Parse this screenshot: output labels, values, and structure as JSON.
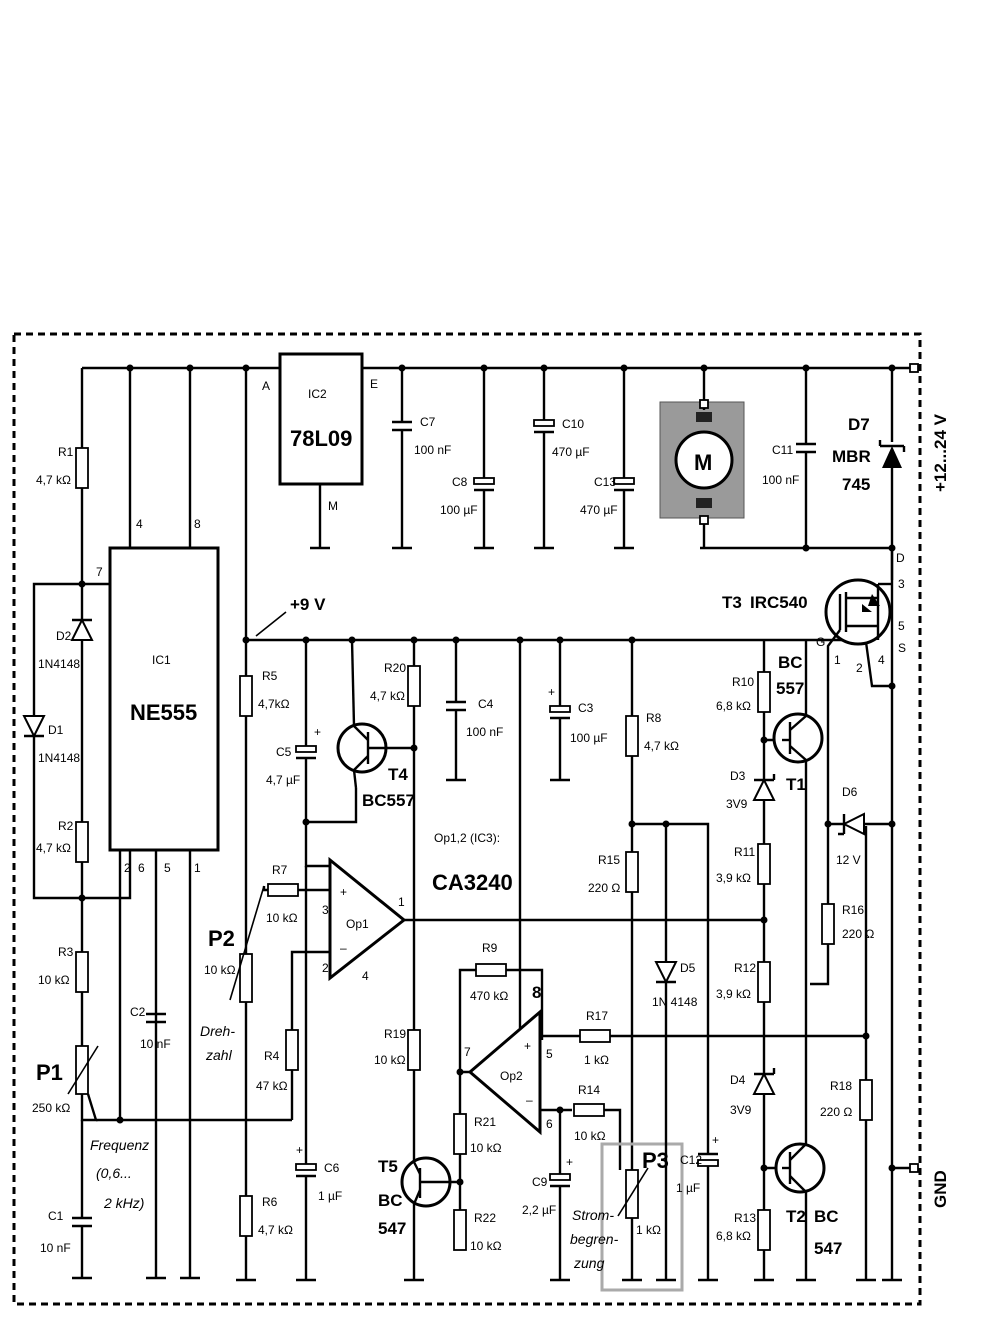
{
  "ic1": {
    "name": "IC1",
    "type": "NE555",
    "pins": {
      "p4": "4",
      "p8": "8",
      "p7": "7",
      "p2": "2",
      "p6": "6",
      "p5": "5",
      "p1": "1"
    }
  },
  "ic2": {
    "name": "IC2",
    "type": "78L09",
    "pin_a": "A",
    "pin_e": "E",
    "pin_m": "M"
  },
  "opamps": {
    "label": "Op1,2 (IC3):",
    "type": "CA3240",
    "op1": "Op1",
    "op2": "Op2",
    "op1_pins": {
      "plus": "3",
      "minus": "2",
      "out": "1",
      "gnd": "4"
    },
    "op2_pins": {
      "plus": "5",
      "minus": "6",
      "out": "7",
      "vcc": "8"
    },
    "plus_sign": "+",
    "minus_sign": "–"
  },
  "supply": {
    "vin": "+12...24 V",
    "v9": "+9 V",
    "gnd": "GND"
  },
  "motor": {
    "symbol": "M"
  },
  "resistors": {
    "r1": {
      "name": "R1",
      "value": "4,7 kΩ"
    },
    "r2": {
      "name": "R2",
      "value": "4,7 kΩ"
    },
    "r3": {
      "name": "R3",
      "value": "10 kΩ"
    },
    "r4": {
      "name": "R4",
      "value": "47 kΩ"
    },
    "r5": {
      "name": "R5",
      "value": "4,7kΩ"
    },
    "r6": {
      "name": "R6",
      "value": "4,7 kΩ"
    },
    "r7": {
      "name": "R7",
      "value": "10 kΩ"
    },
    "r8": {
      "name": "R8",
      "value": "4,7 kΩ"
    },
    "r9": {
      "name": "R9",
      "value": "470 kΩ"
    },
    "r10": {
      "name": "R10",
      "value": "6,8 kΩ"
    },
    "r11": {
      "name": "R11",
      "value": "3,9 kΩ"
    },
    "r12": {
      "name": "R12",
      "value": "3,9 kΩ"
    },
    "r13": {
      "name": "R13",
      "value": "6,8 kΩ"
    },
    "r14": {
      "name": "R14",
      "value": "10 kΩ"
    },
    "r15": {
      "name": "R15",
      "value": "220 Ω"
    },
    "r16": {
      "name": "R16",
      "value": "220 Ω"
    },
    "r17": {
      "name": "R17",
      "value": "1 kΩ"
    },
    "r18": {
      "name": "R18",
      "value": "220 Ω"
    },
    "r19": {
      "name": "R19",
      "value": "10 kΩ"
    },
    "r20": {
      "name": "R20",
      "value": "4,7 kΩ"
    },
    "r21": {
      "name": "R21",
      "value": "10 kΩ"
    },
    "r22": {
      "name": "R22",
      "value": "10 kΩ"
    }
  },
  "capacitors": {
    "c1": {
      "name": "C1",
      "value": "10 nF"
    },
    "c2": {
      "name": "C2",
      "value": "10 nF"
    },
    "c3": {
      "name": "C3",
      "value": "100 µF"
    },
    "c4": {
      "name": "C4",
      "value": "100 nF"
    },
    "c5": {
      "name": "C5",
      "value": "4,7 µF"
    },
    "c6": {
      "name": "C6",
      "value": "1 µF"
    },
    "c7": {
      "name": "C7",
      "value": "100 nF"
    },
    "c8": {
      "name": "C8",
      "value": "100 µF"
    },
    "c9": {
      "name": "C9",
      "value": "2,2 µF"
    },
    "c10": {
      "name": "C10",
      "value": "470 µF"
    },
    "c11": {
      "name": "C11",
      "value": "100 nF"
    },
    "c12": {
      "name": "C12",
      "value": "1 µF"
    },
    "c13": {
      "name": "C13",
      "value": "470 µF"
    }
  },
  "diodes": {
    "d1": {
      "name": "D1",
      "value": "1N4148"
    },
    "d2": {
      "name": "D2",
      "value": "1N4148"
    },
    "d3": {
      "name": "D3",
      "value": "3V9"
    },
    "d4": {
      "name": "D4",
      "value": "3V9"
    },
    "d5": {
      "name": "D5",
      "value": "1N 4148"
    },
    "d6": {
      "name": "D6",
      "value": "12 V"
    },
    "d7": {
      "name": "D7",
      "value": "MBR",
      "value2": "745"
    }
  },
  "transistors": {
    "t1": {
      "name": "T1",
      "type1": "BC",
      "type2": "557"
    },
    "t2": {
      "name": "T2",
      "type1": "BC",
      "type2": "547"
    },
    "t3": {
      "name": "T3",
      "type": "IRC540",
      "g": "G",
      "d": "D",
      "s": "S",
      "p1": "1",
      "p2": "2",
      "p3": "3",
      "p4": "4",
      "p5": "5"
    },
    "t4": {
      "name": "T4",
      "type": "BC557"
    },
    "t5": {
      "name": "T5",
      "type1": "BC",
      "type2": "547"
    }
  },
  "pots": {
    "p1": {
      "name": "P1",
      "value": "250 kΩ",
      "caption": [
        "Frequenz",
        "(0,6...",
        "2 kHz)"
      ]
    },
    "p2": {
      "name": "P2",
      "value": "10 kΩ",
      "caption": [
        "Dreh-",
        "zahl"
      ]
    },
    "p3": {
      "name": "P3",
      "value": "1 kΩ",
      "caption": [
        "Strom-",
        "begren-",
        "zung"
      ]
    }
  }
}
